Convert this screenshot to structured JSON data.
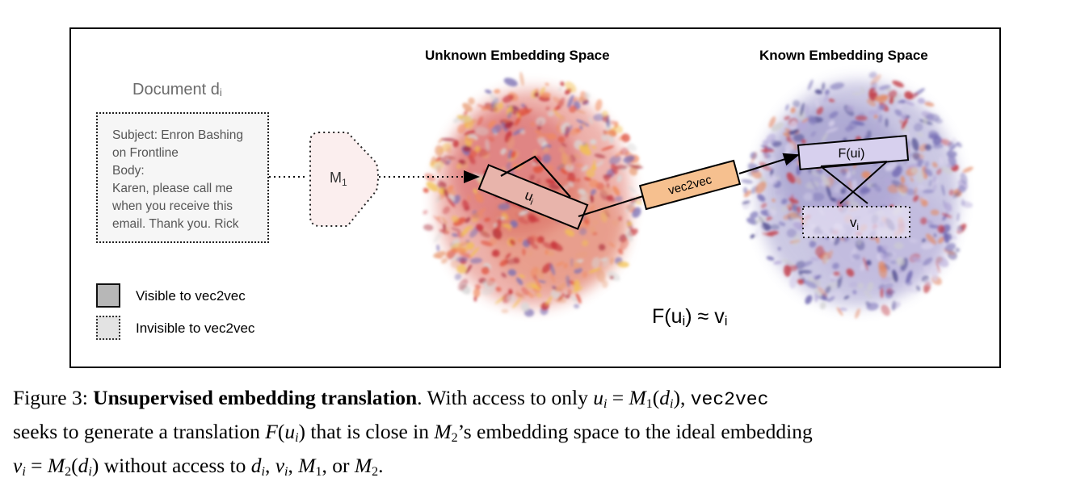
{
  "figure": {
    "unknown_space_title": "Unknown Embedding Space",
    "known_space_title": "Known Embedding Space",
    "document": {
      "title": "Document d",
      "title_sub": "i",
      "lines": [
        "Subject: Enron Bashing",
        "on Frontline",
        "Body:",
        "Karen, please call me",
        "when you receive this",
        "email. Thank you. Rick"
      ]
    },
    "model_label": "M",
    "model_sub": "1",
    "u_label": "u",
    "u_sub": "i",
    "translator_label": "vec2vec",
    "f_label": "F(ui)",
    "v_label": "v",
    "v_sub": "i",
    "formula": {
      "left": "F(u",
      "sub1": "i",
      "mid": ") ≈ v",
      "sub2": "i"
    },
    "legend": {
      "visible": "Visible to vec2vec",
      "invisible": "Invisible to vec2vec"
    },
    "colors": {
      "unknown_cloud": "#d94b3f",
      "known_cloud": "#8277b8",
      "u_box": "#e8b4ab",
      "translator_box": "#f6c08f",
      "f_box": "#d7d0ee",
      "model_shape": "#fbeeee"
    }
  },
  "caption": {
    "figure_number": "Figure 3:",
    "title": "Unsupervised embedding translation",
    "line1_text": ". With access to only ",
    "line1_math": "u",
    "line1_math_sub": "i",
    "line1_eq": " = ",
    "line1_M": "M",
    "line1_M_sub": "1",
    "line1_arg_open": "(",
    "line1_arg": "d",
    "line1_arg_sub": "i",
    "line1_arg_close": "), ",
    "line1_code": "vec2vec",
    "line2_a": "seeks to generate a translation ",
    "line2_F": "F",
    "line2_open": "(",
    "line2_u": "u",
    "line2_u_sub": "i",
    "line2_close": ")",
    "line2_b": " that is close in ",
    "line2_M": "M",
    "line2_M_sub": "2",
    "line2_c": "’s embedding space to the ideal embedding",
    "line3_v": "v",
    "line3_v_sub": "i",
    "line3_eq": " = ",
    "line3_M": "M",
    "line3_M_sub": "2",
    "line3_open": "(",
    "line3_d": "d",
    "line3_d_sub": "i",
    "line3_close": ")",
    "line3_a": " without access to ",
    "line3_d2": "d",
    "line3_d2_sub": "i",
    "line3_comma1": ", ",
    "line3_v2": "v",
    "line3_v2_sub": "i",
    "line3_comma2": ", ",
    "line3_M1": "M",
    "line3_M1_sub": "1",
    "line3_or": ", or ",
    "line3_M2": "M",
    "line3_M2_sub": "2",
    "line3_end": "."
  }
}
